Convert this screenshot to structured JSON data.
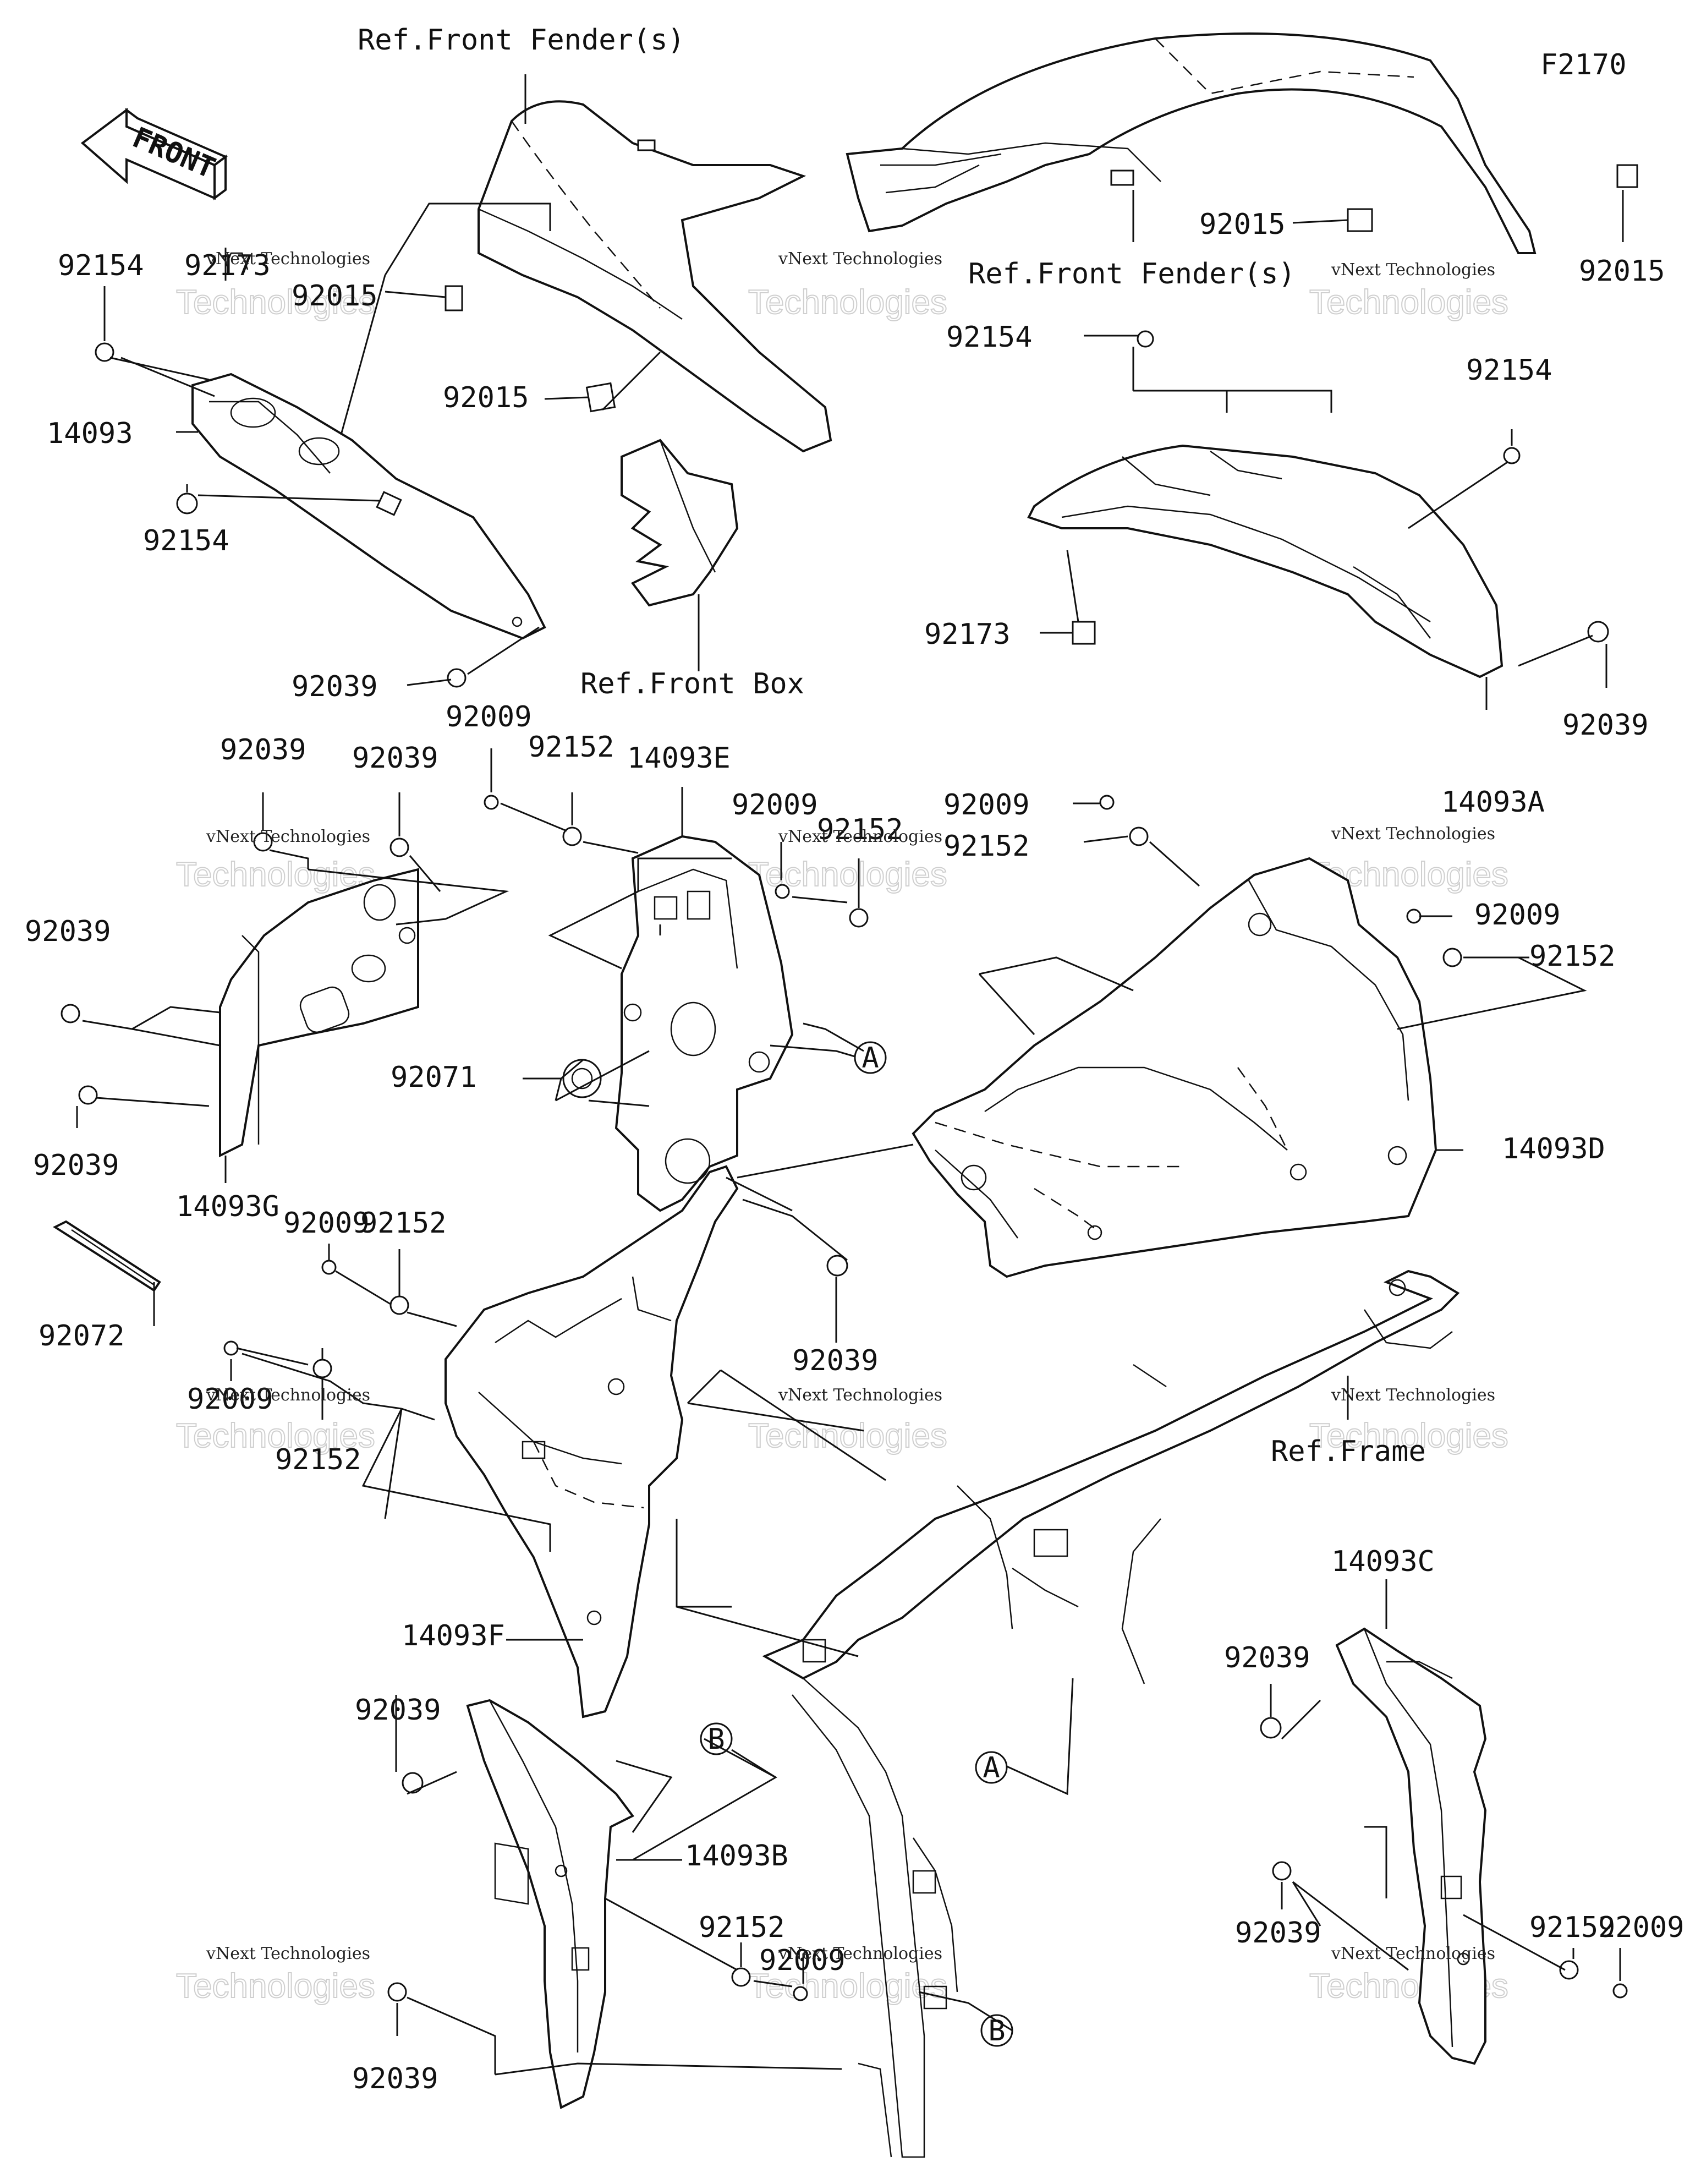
{
  "diagram_code": "F2170",
  "front_arrow": "FRONT",
  "refs": {
    "front_fender_1": "Ref.Front Fender(s)",
    "front_fender_2": "Ref.Front Fender(s)",
    "front_box": "Ref.Front Box",
    "frame": "Ref.Frame"
  },
  "callouts": {
    "a": "A",
    "b": "B"
  },
  "watermark": {
    "company": "vNext Technologies",
    "big": "Technologies"
  },
  "parts": [
    {
      "id": "p1",
      "number": "92154"
    },
    {
      "id": "p2",
      "number": "92173"
    },
    {
      "id": "p3",
      "number": "92015"
    },
    {
      "id": "p4",
      "number": "14093"
    },
    {
      "id": "p5",
      "number": "92015"
    },
    {
      "id": "p6",
      "number": "92154"
    },
    {
      "id": "p7",
      "number": "92039"
    },
    {
      "id": "p8",
      "number": "92015"
    },
    {
      "id": "p9",
      "number": "92015"
    },
    {
      "id": "p10",
      "number": "92154"
    },
    {
      "id": "p11",
      "number": "92154"
    },
    {
      "id": "p12",
      "number": "92173"
    },
    {
      "id": "p13",
      "number": "92039"
    },
    {
      "id": "p14",
      "number": "14093A"
    },
    {
      "id": "p15",
      "number": "92039"
    },
    {
      "id": "p16",
      "number": "92039"
    },
    {
      "id": "p17",
      "number": "92009"
    },
    {
      "id": "p18",
      "number": "92152"
    },
    {
      "id": "p19",
      "number": "14093E"
    },
    {
      "id": "p20",
      "number": "92009"
    },
    {
      "id": "p21",
      "number": "92152"
    },
    {
      "id": "p22",
      "number": "92009"
    },
    {
      "id": "p23",
      "number": "92152"
    },
    {
      "id": "p24",
      "number": "92039"
    },
    {
      "id": "p25",
      "number": "92009"
    },
    {
      "id": "p26",
      "number": "92152"
    },
    {
      "id": "p27",
      "number": "92071"
    },
    {
      "id": "p28",
      "number": "92039"
    },
    {
      "id": "p29",
      "number": "14093G"
    },
    {
      "id": "p30",
      "number": "14093D"
    },
    {
      "id": "p31",
      "number": "92009"
    },
    {
      "id": "p32",
      "number": "92152"
    },
    {
      "id": "p33",
      "number": "92072"
    },
    {
      "id": "p34",
      "number": "92039"
    },
    {
      "id": "p35",
      "number": "92009"
    },
    {
      "id": "p36",
      "number": "92152"
    },
    {
      "id": "p37",
      "number": "14093F"
    },
    {
      "id": "p38",
      "number": "14093C"
    },
    {
      "id": "p39",
      "number": "92039"
    },
    {
      "id": "p40",
      "number": "92039"
    },
    {
      "id": "p41",
      "number": "14093B"
    },
    {
      "id": "p42",
      "number": "92152"
    },
    {
      "id": "p43",
      "number": "92009"
    },
    {
      "id": "p44",
      "number": "92039"
    },
    {
      "id": "p45",
      "number": "92152"
    },
    {
      "id": "p46",
      "number": "92009"
    },
    {
      "id": "p47",
      "number": "92039"
    }
  ]
}
